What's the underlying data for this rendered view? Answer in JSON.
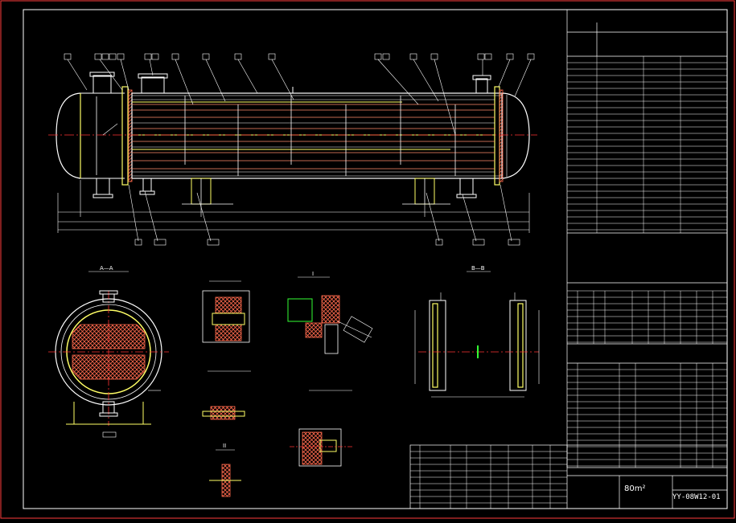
{
  "sections": {
    "section_aa": "A—A",
    "section_i": "I",
    "section_bb": "B—B",
    "section_ii": "II"
  },
  "title_block": {
    "area": "80m²",
    "drawing_number": "YY-08W12-01"
  },
  "colors": {
    "background": "#000000",
    "frame": "#ff3b3b",
    "outline": "#ffffff",
    "tube": "#ffff66",
    "center": "#ff3333",
    "hatch": "#ff6a4d",
    "accent_green": "#33ff33",
    "accent_cyan": "#33ffff"
  }
}
